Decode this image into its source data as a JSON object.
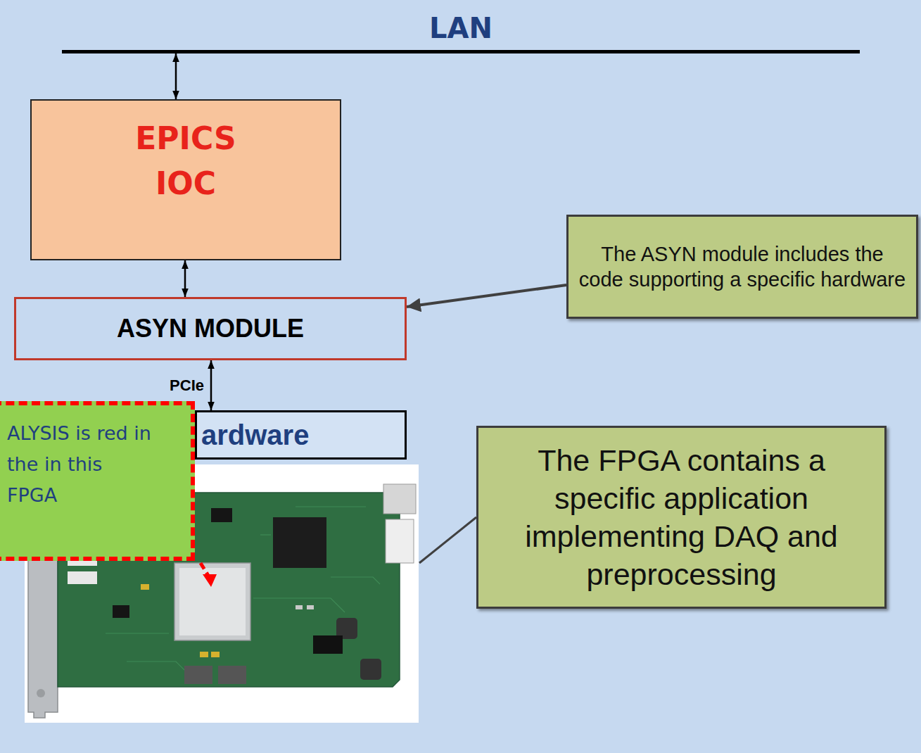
{
  "diagram": {
    "nodes": [
      {
        "text": [
          "LAN"
        ]
      },
      {
        "text": [
          "EPICS IOC"
        ]
      },
      {
        "text": [
          "ASYN MODULE"
        ]
      },
      {
        "text": [
          "The ASYN module includes the code supporting a specific hardware"
        ]
      },
      {
        "text": [
          "ALYSIS is red in the in this FPGA"
        ]
      },
      {
        "text": [
          "ardware"
        ]
      },
      {
        "text": [
          "The FPGA contains a specific application implementing DAQ and preprocessing"
        ]
      }
    ],
    "edges": [
      {
        "from": 0,
        "to": 1,
        "arrow": "both"
      },
      {
        "from": 1,
        "to": 2,
        "arrow": "both"
      },
      {
        "from": 2,
        "to": 5,
        "label": "PCIe",
        "arrow": "both"
      },
      {
        "from": 3,
        "to": 2,
        "arrow": "to"
      }
    ]
  }
}
